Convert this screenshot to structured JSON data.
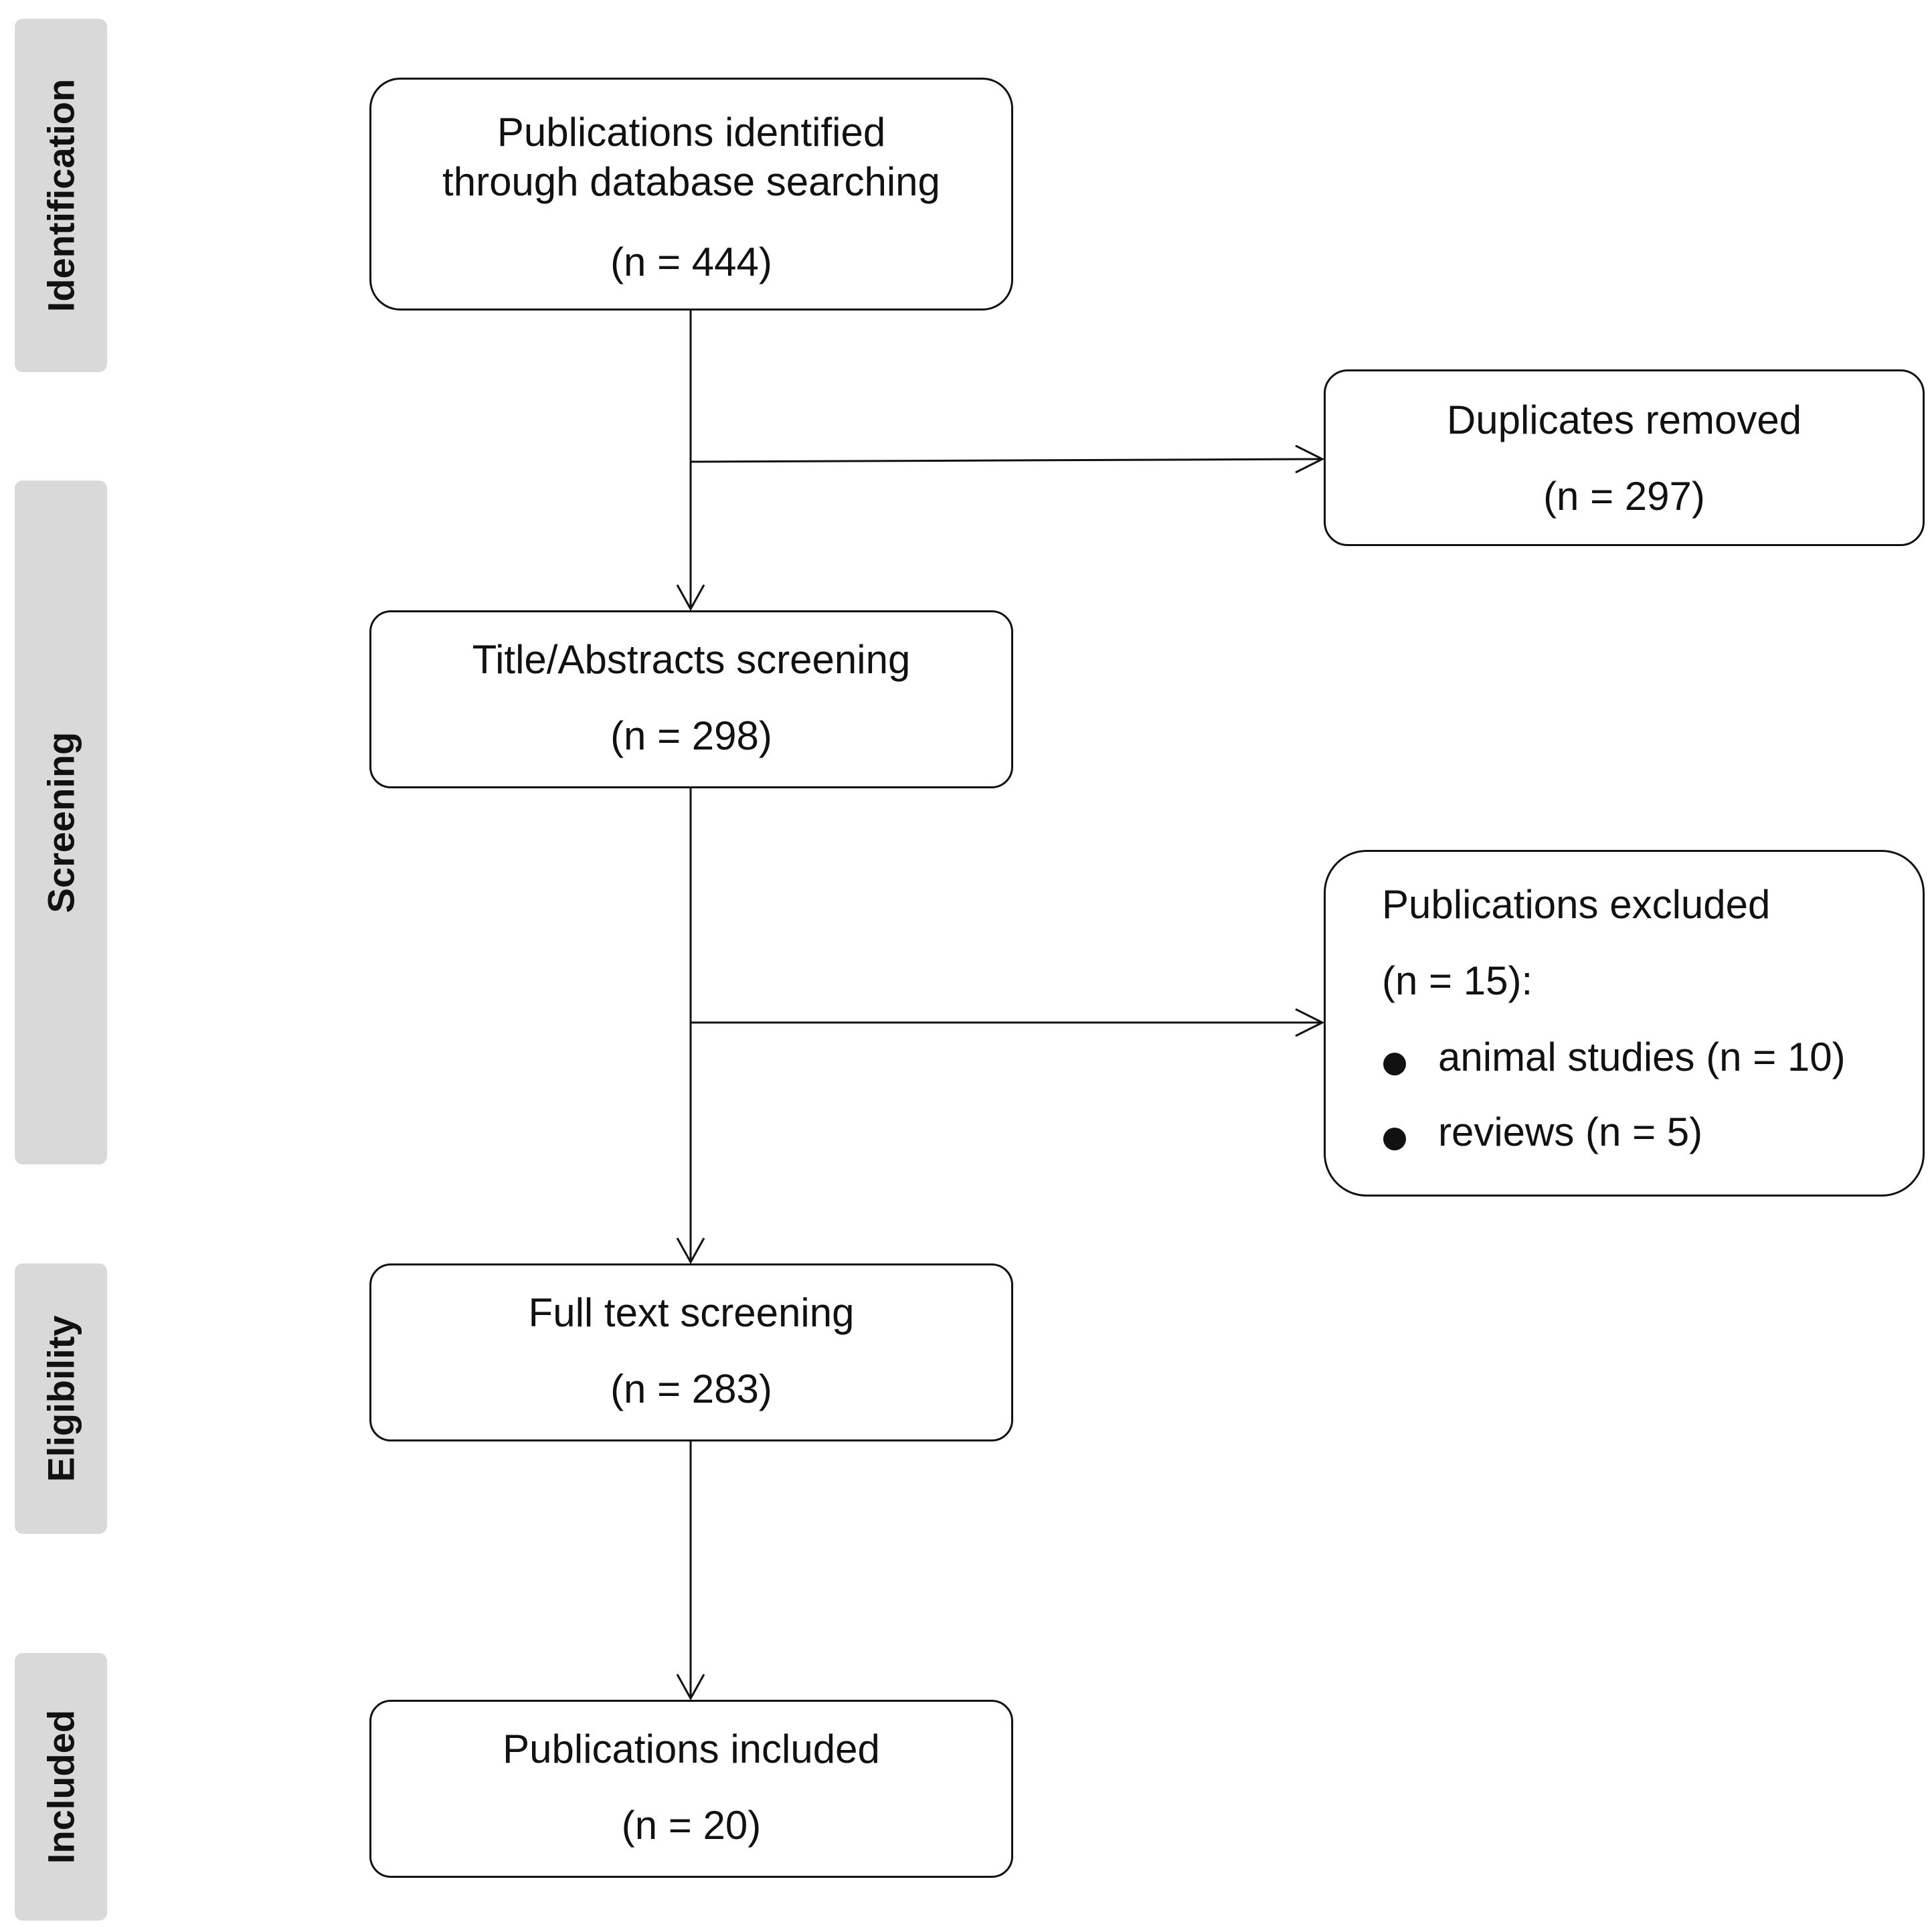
{
  "stages": {
    "identification": "Identification",
    "screening": "Screening",
    "eligibility": "Eligibility",
    "included": "Included"
  },
  "boxes": {
    "identified": {
      "line1": "Publications identified",
      "line2": "through database searching",
      "count": "(n = 444)"
    },
    "duplicates": {
      "line1": "Duplicates removed",
      "count": "(n = 297)"
    },
    "title_abstract": {
      "line1": "Title/Abstracts screening",
      "count": "(n = 298)"
    },
    "excluded": {
      "line1": "Publications excluded",
      "count": "(n = 15):",
      "reasons": [
        "animal studies (n = 10)",
        "reviews (n = 5)"
      ]
    },
    "full_text": {
      "line1": "Full text screening",
      "count": "(n = 283)"
    },
    "included": {
      "line1": "Publications included",
      "count": "(n = 20)"
    }
  }
}
